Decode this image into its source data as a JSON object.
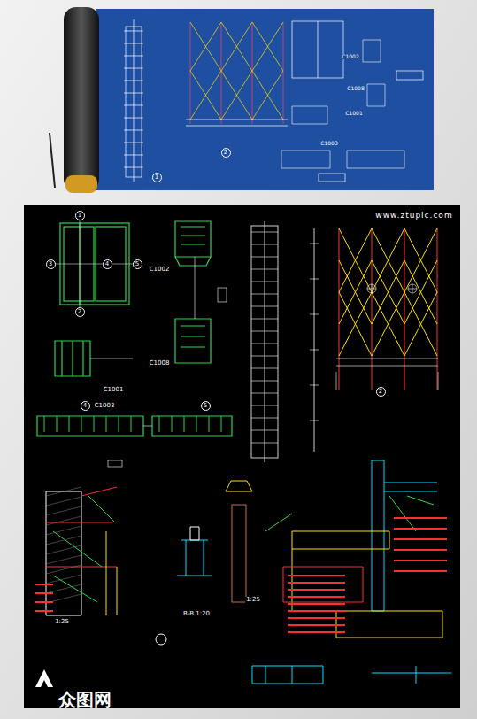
{
  "diagram": {
    "nodes": [
      {
        "text": [
          "1"
        ]
      },
      {
        "text": [
          "2"
        ]
      },
      {
        "text": [
          "3"
        ]
      },
      {
        "text": [
          "4"
        ]
      },
      {
        "text": [
          "5"
        ]
      },
      {
        "text": [
          "4"
        ]
      },
      {
        "text": [
          "5"
        ]
      },
      {
        "text": [
          "2"
        ]
      },
      {
        "text": [
          "1"
        ]
      },
      {
        "text": [
          "2"
        ]
      }
    ],
    "labels": [
      "www.ztupic.com",
      "C1002",
      "C1008",
      "C1001",
      "C1003",
      "C1002",
      "C1001",
      "C1003",
      "C1008",
      "1:25",
      "B-B 1:20",
      "1:25",
      "众图网"
    ]
  }
}
